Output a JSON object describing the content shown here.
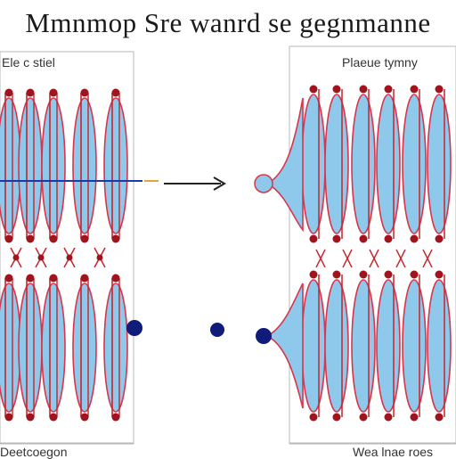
{
  "title": "Mmnmop Sre wanrd se gegnmanne",
  "left_panel": {
    "label": "Ele c stiel",
    "bottom_label": "Deetcoegon"
  },
  "right_panel": {
    "label": "Plaeue tymny",
    "bottom_label": "Wea lnae roes"
  },
  "colors": {
    "membrane_fill": "#8ec8ea",
    "membrane_stroke": "#d9354a",
    "filament": "#c8242c",
    "node": "#a0141e",
    "transition_dot": "#101c7a",
    "arrow": "#222222",
    "highlight_line": "#1a3aa8",
    "panel_border": "#b8b8b8"
  },
  "icons": {
    "arrow": "right-arrow-icon"
  }
}
